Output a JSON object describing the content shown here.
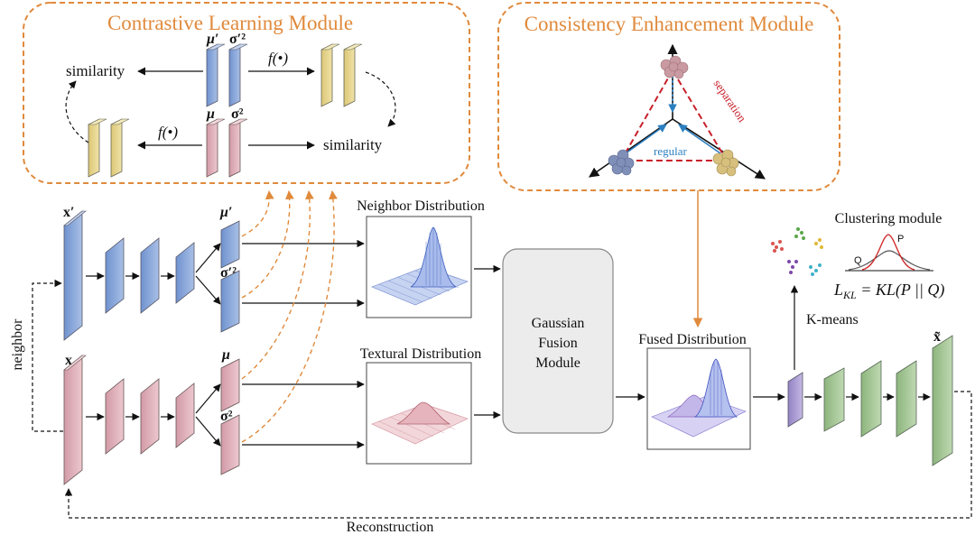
{
  "colors": {
    "accent_orange": "#e08a3c",
    "blue_layer": "#7d9fd6",
    "pink_layer": "#dcaab3",
    "yellow_layer": "#e7d58c",
    "green_layer": "#9cc08e",
    "purple_layer": "#a594cf",
    "separation_red": "#c8202a",
    "regular_blue": "#2c7fc0"
  },
  "contrastive_module": {
    "title": "Contrastive Learning Module",
    "similarity_top": "similarity",
    "similarity_bottom": "similarity",
    "f_top": "f(•)",
    "f_bottom": "f(•)",
    "mu_prime": "μ′",
    "sigma_prime": "σ′²",
    "mu": "μ",
    "sigma": "σ²"
  },
  "consistency_module": {
    "title": "Consistency Enhancement Module",
    "separation": "separation",
    "regular": "regular"
  },
  "encoder": {
    "x_prime": "x′",
    "x": "x",
    "mu_prime": "μ′",
    "sigma_prime": "σ′²",
    "mu": "μ",
    "sigma": "σ²",
    "neighbor": "neighbor"
  },
  "distributions": {
    "neighbor": "Neighbor Distribution",
    "textural": "Textural Distribution",
    "fused": "Fused Distribution"
  },
  "fusion": {
    "line1": "Gaussian",
    "line2": "Fusion",
    "line3": "Module"
  },
  "clustering": {
    "title": "Clustering module",
    "q_label": "Q",
    "p_label": "P",
    "loss": "L",
    "loss_sub": "KL",
    "loss_rhs": " = KL(P || Q)",
    "kmeans": "K-means"
  },
  "decoder": {
    "x_tilde": "x̃",
    "reconstruction": "Reconstruction"
  }
}
